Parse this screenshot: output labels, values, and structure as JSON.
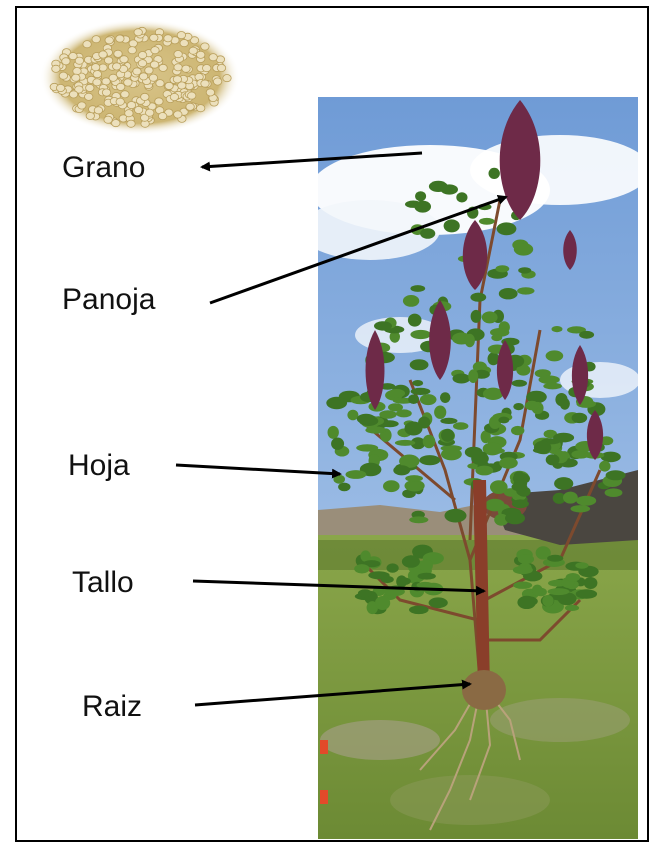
{
  "labels": {
    "grano": "Grano",
    "panoja": "Panoja",
    "hoja": "Hoja",
    "tallo": "Tallo",
    "raiz": "Raiz"
  },
  "colors": {
    "sky_top": "#6f9bd6",
    "sky_bottom": "#a9c6ec",
    "cloud": "#ffffff",
    "field": "#7a9a3e",
    "field_dark": "#5a7a2a",
    "stem": "#8a3e2a",
    "leaf": "#4e8a2c",
    "panicle": "#7a2e4e",
    "grain": "#e2cf9a"
  },
  "icons": {
    "grain_cluster": "quinoa-grain-icon",
    "plant_photo": "quinoa-plant-icon"
  }
}
